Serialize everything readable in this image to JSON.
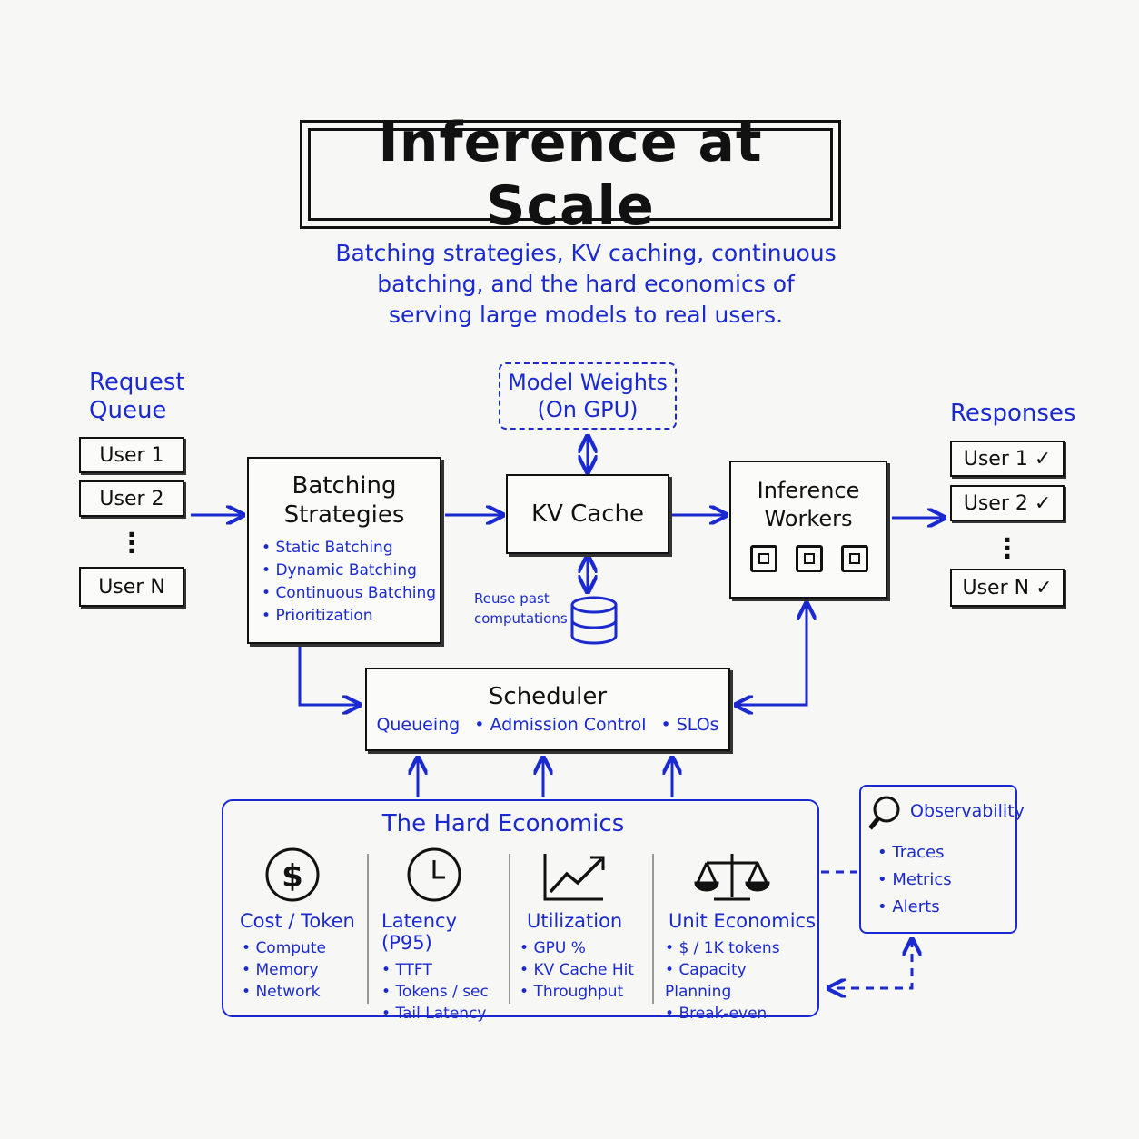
{
  "title": "Inference at Scale",
  "subtitle": [
    "Batching strategies, KV caching, continuous",
    "batching, and the hard economics of",
    "serving large models to real users."
  ],
  "request_queue": {
    "label": [
      "Request",
      "Queue"
    ],
    "users": [
      "User 1",
      "User 2",
      "User N"
    ]
  },
  "responses": {
    "label": "Responses",
    "users": [
      "User 1 ✓",
      "User 2 ✓",
      "User N ✓"
    ]
  },
  "batching": {
    "title": [
      "Batching",
      "Strategies"
    ],
    "items": [
      "Static Batching",
      "Dynamic Batching",
      "Continuous Batching",
      "Prioritization"
    ]
  },
  "model_weights": [
    "Model Weights",
    "(On GPU)"
  ],
  "kv_cache": {
    "title": "KV Cache",
    "note": [
      "Reuse past",
      "computations"
    ]
  },
  "workers": {
    "title": [
      "Inference",
      "Workers"
    ]
  },
  "scheduler": {
    "title": "Scheduler",
    "items": [
      "Queueing",
      "• Admission Control",
      "• SLOs"
    ]
  },
  "economics": {
    "title": "The Hard Economics",
    "columns": [
      {
        "icon": "dollar-icon",
        "title": "Cost / Token",
        "items": [
          "Compute",
          "Memory",
          "Network"
        ]
      },
      {
        "icon": "clock-icon",
        "title": "Latency (P95)",
        "items": [
          "TTFT",
          "Tokens / sec",
          "Tail Latency"
        ]
      },
      {
        "icon": "trend-chart-icon",
        "title": "Utilization",
        "items": [
          "GPU %",
          "KV Cache Hit",
          "Throughput"
        ]
      },
      {
        "icon": "scales-icon",
        "title": "Unit Economics",
        "items": [
          "$ / 1K tokens",
          "Capacity Planning",
          "Break-even"
        ]
      }
    ]
  },
  "observability": {
    "title": "Observability",
    "items": [
      "Traces",
      "Metrics",
      "Alerts"
    ]
  },
  "colors": {
    "ink": "#111111",
    "accent": "#1a2ad0"
  }
}
